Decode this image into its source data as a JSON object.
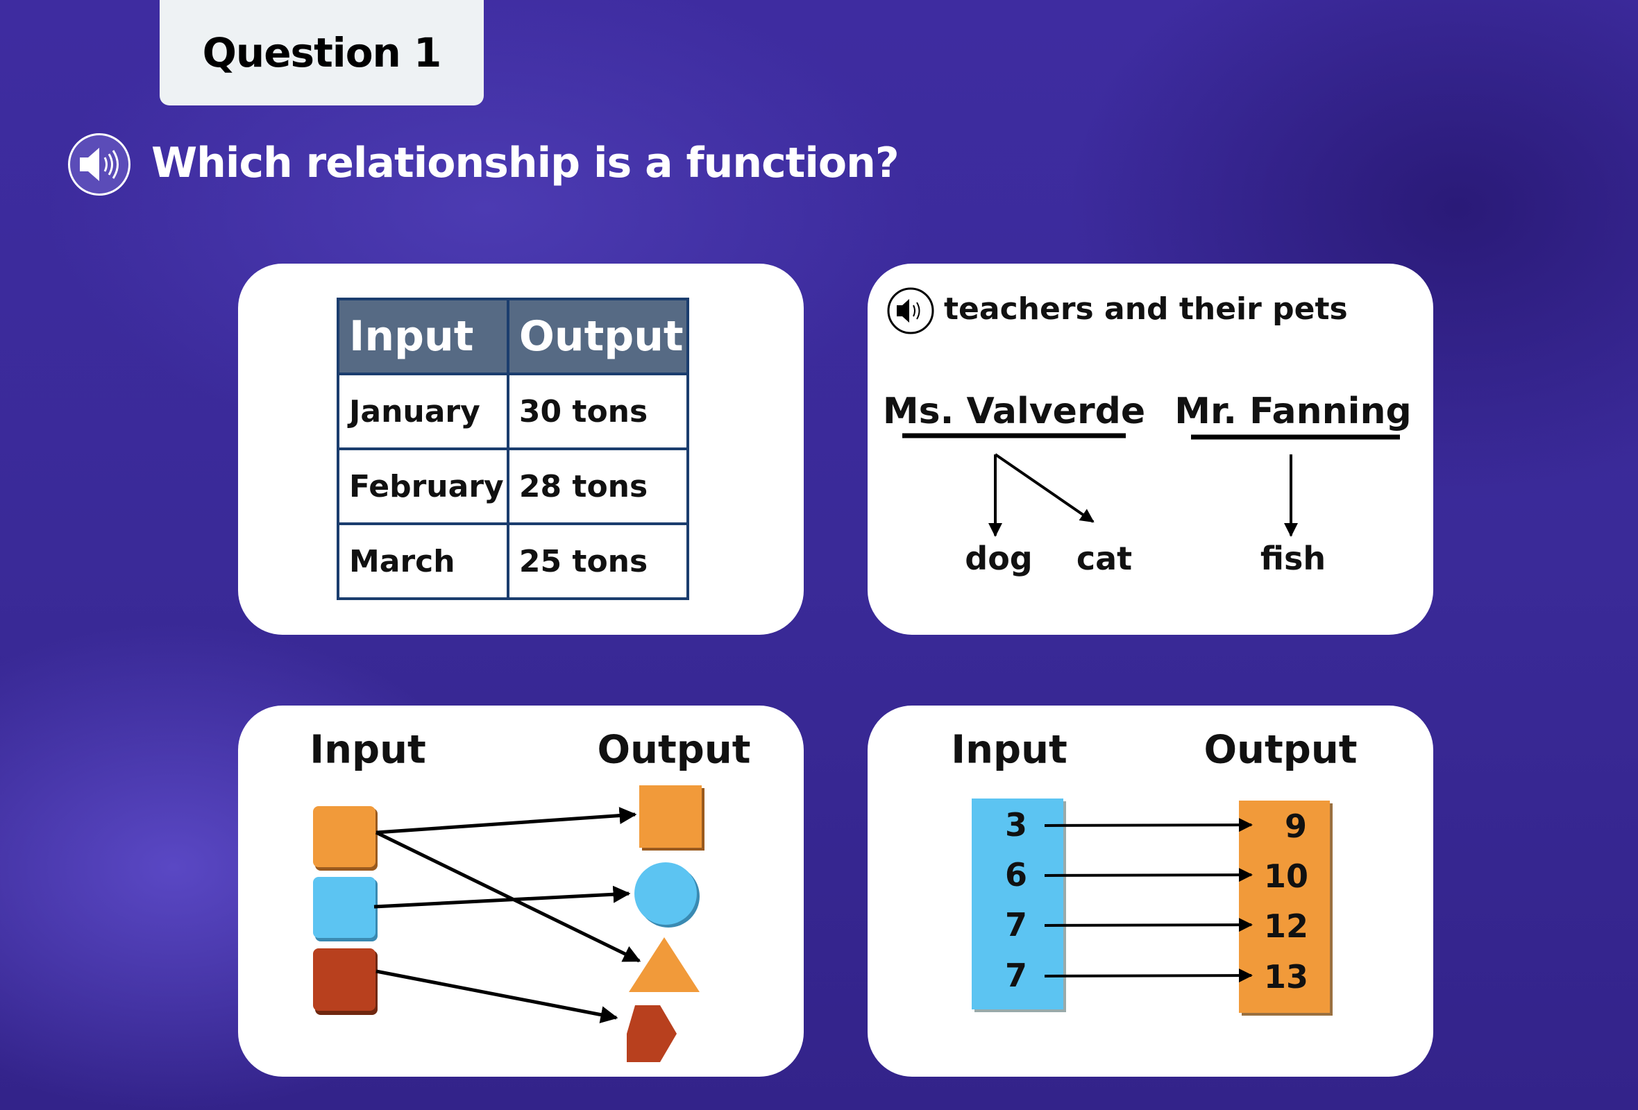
{
  "header": {
    "question_label": "Question 1",
    "prompt": "Which relationship is a function?"
  },
  "options": [
    {
      "table": {
        "headers": [
          "Input",
          "Output"
        ],
        "rows": [
          [
            "January",
            "30 tons"
          ],
          [
            "February",
            "28 tons"
          ],
          [
            "March",
            "25 tons"
          ]
        ]
      }
    },
    {
      "title": "teachers and their pets",
      "teachers": [
        "Ms. Valverde",
        "Mr. Fanning"
      ],
      "pets": [
        "dog",
        "cat",
        "fish"
      ]
    },
    {
      "input_label": "Input",
      "output_label": "Output"
    },
    {
      "input_label": "Input",
      "output_label": "Output",
      "inputs": [
        "3",
        "6",
        "7",
        "7"
      ],
      "outputs": [
        "9",
        "10",
        "12",
        "13"
      ]
    }
  ],
  "colors": {
    "orange": "#f19a3a",
    "blue": "#5cc4f2",
    "red": "#b8401e",
    "header": "#566a84"
  }
}
